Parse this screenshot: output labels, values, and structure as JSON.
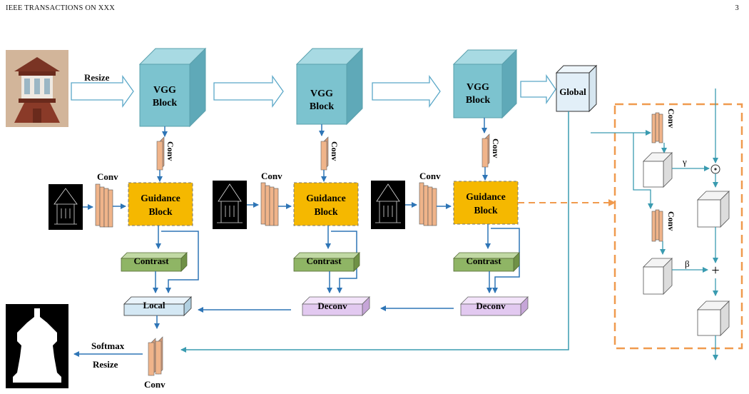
{
  "header": {
    "journal": "IEEE TRANSACTIONS ON XXX",
    "page": "3"
  },
  "figure": {
    "vgg": [
      "VGG",
      "Block"
    ],
    "guidance": [
      "Guidance",
      "Block"
    ],
    "conv": "Conv",
    "contrast": "Contrast",
    "deconv": "Deconv",
    "local": "Local",
    "global": "Global",
    "resize": "Resize",
    "softmax": "Softmax",
    "gamma": "γ",
    "beta": "β",
    "odot": "⊙",
    "plus": "+"
  },
  "colors": {
    "vgg": "#7cc3cf",
    "guidance": "#f5b800",
    "contrast": "#8fb565",
    "deconv": "#e2c9f0",
    "local": "#d4e8f4",
    "arrow": "#2e75b6",
    "dashed": "#f09a4e",
    "conv": "#f0b48a"
  }
}
